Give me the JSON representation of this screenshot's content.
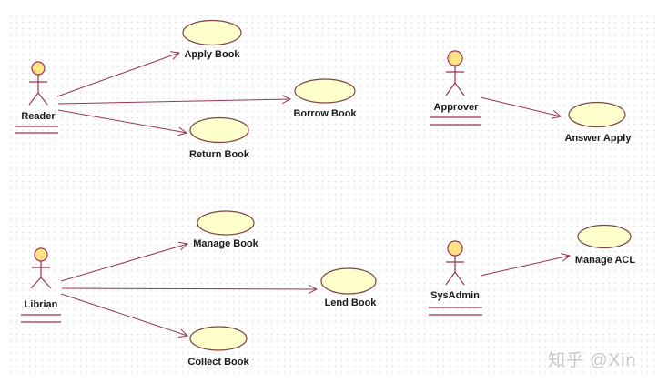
{
  "diagram": {
    "type": "uml-use-case",
    "watermark": "知乎 @Xin",
    "colors": {
      "usecase_fill": "#ffffcc",
      "usecase_border": "#7d4242",
      "line": "#993355",
      "actor_head_fill": "#ffe385",
      "label_text": "#1a1a1a",
      "grid_dot": "#dcdcdc",
      "watermark_text": "#c8c8c8"
    },
    "actors": [
      {
        "name": "Reader"
      },
      {
        "name": "Approver"
      },
      {
        "name": "Librian"
      },
      {
        "name": "SysAdmin"
      }
    ],
    "usecases": [
      {
        "name": "Apply Book"
      },
      {
        "name": "Borrow Book"
      },
      {
        "name": "Return Book"
      },
      {
        "name": "Answer Apply"
      },
      {
        "name": "Manage Book"
      },
      {
        "name": "Lend Book"
      },
      {
        "name": "Collect Book"
      },
      {
        "name": "Manage ACL"
      }
    ],
    "associations": [
      {
        "from": "Reader",
        "to": "Apply Book"
      },
      {
        "from": "Reader",
        "to": "Borrow Book"
      },
      {
        "from": "Reader",
        "to": "Return Book"
      },
      {
        "from": "Approver",
        "to": "Answer Apply"
      },
      {
        "from": "Librian",
        "to": "Manage Book"
      },
      {
        "from": "Librian",
        "to": "Lend Book"
      },
      {
        "from": "Librian",
        "to": "Collect Book"
      },
      {
        "from": "SysAdmin",
        "to": "Manage ACL"
      }
    ]
  }
}
